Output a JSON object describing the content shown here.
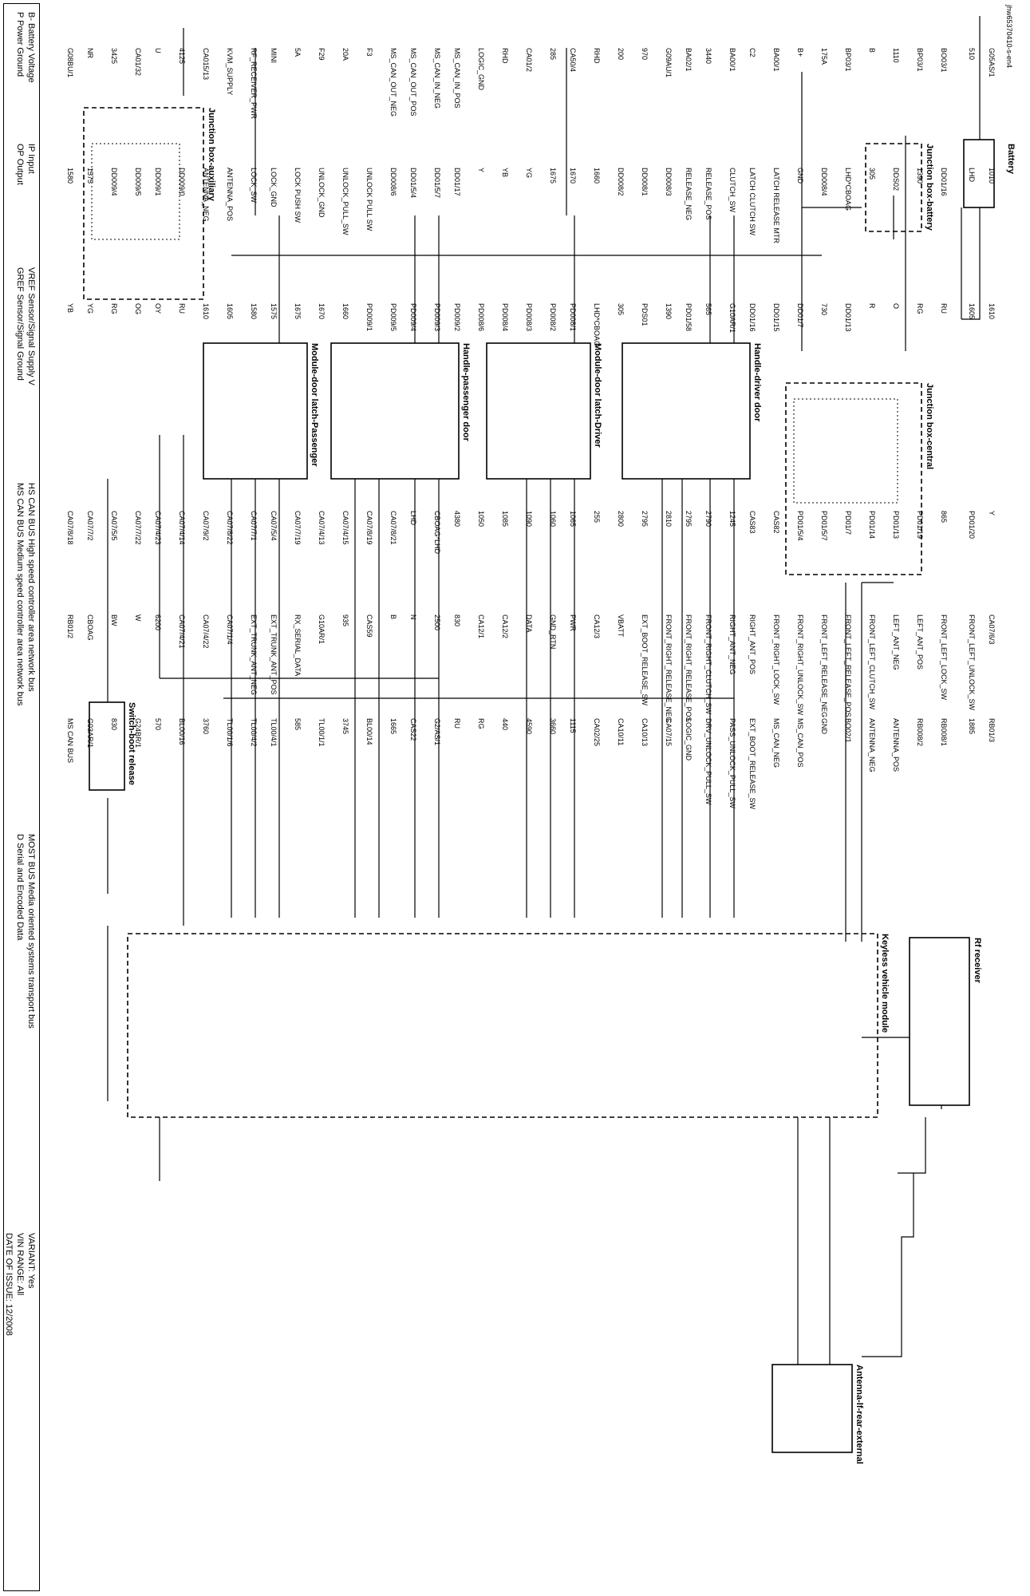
{
  "page_id": "jhw65370410-s-en4",
  "legend": {
    "bv": "B- Battery Voltage",
    "pg": "P Power Ground",
    "ip": "IP Input",
    "op": "OP Output",
    "vref": "VREF Sensor/Signal Supply V",
    "gref": "GREF Sensor/Signal Ground",
    "hs": "HS CAN BUS High speed controller area network bus",
    "ms": "MS CAN BUS Medium speed controller area network bus",
    "most": "MOST BUS Media oriented systems transport bus",
    "d": "D Serial and Encoded Data"
  },
  "variant": {
    "variant_label": "VARIANT:",
    "variant_value": "Yes",
    "vin_label": "VIN RANGE:",
    "vin_value": "All",
    "date_label": "DATE OF ISSUE:",
    "date_value": "12/2008"
  },
  "components": {
    "battery": "Battery",
    "jb_battery": "Junction box-battery",
    "jb_central": "Junction box-central",
    "jb_aux": "Junction box-auxiliary",
    "rf_receiver": "Rf receiver",
    "keyless": "Keyless vehicle module",
    "antenna": "Antenna-lf-rear-external",
    "handle_driver": "Handle-driver door",
    "handle_pass": "Handle-passenger door",
    "latch_driver": "Module-door latch-Driver",
    "latch_pass": "Module-door latch-Passenger",
    "switch_boot": "Switch-boot release"
  },
  "labels": [
    "G05AS/1",
    "510",
    "BO03/1",
    "BP03/1",
    "1110",
    "B",
    "BP03/1",
    "175A",
    "B+",
    "BA00/1",
    "C2",
    "BA00/1",
    "3440",
    "BA02/1",
    "G09AU/1",
    "970",
    "200",
    "RHD",
    "CA50/4",
    "285",
    "CA01/2",
    "RHD",
    "LOGIC_GND",
    "MS_CAN_IN_POS",
    "MS_CAN_IN_NEG",
    "MS_CAN_OUT_POS",
    "MS_CAN_OUT_NEG",
    "F3",
    "20A",
    "F29",
    "5A",
    "MINI",
    "RF_RECEIVER_PWR",
    "KVM_SUPPLY",
    "CA015/13",
    "4125",
    "U",
    "CA01/32",
    "3425",
    "NR",
    "G08BU/1",
    "1010",
    "LHD",
    "DD01/16",
    "1390",
    "DDS02",
    "305",
    "LHD*CBOAG",
    "DD008/4",
    "GND",
    "LATCH RELEASE MTR",
    "LATCH CLUTCH SW",
    "CLUTCH_SW",
    "RELEASE_POS",
    "RELEASE_NEG",
    "DD008/3",
    "DD008/1",
    "DD008/2",
    "1660",
    "1670",
    "1675",
    "YG",
    "YB",
    "Y",
    "DD01/17",
    "DD01/5/7",
    "DD01/5/4",
    "DD008/6",
    "UNLOCK PULL SW",
    "UNLOCK_PULL_SW",
    "UNLOCK_GND",
    "LOCK PUSH SW",
    "LOCK_GND",
    "LOCK_SW",
    "ANTENNA_POS",
    "ANTENNA_NEG",
    "DD009/0",
    "DD009/1",
    "DD009/5",
    "DD009/4",
    "1575",
    "1580",
    "1610",
    "1605",
    "RU",
    "RG",
    "O",
    "R",
    "DD01/13",
    "730",
    "DD01/7",
    "DD01/15",
    "DD01/16",
    "G10AR/1",
    "565",
    "PD01/58",
    "1390",
    "PDS01",
    "305",
    "LHD*CBOAG",
    "PD008/1",
    "PD008/2",
    "PD008/3",
    "PD008/4",
    "PD008/6",
    "PD009/2",
    "PD009/3",
    "PD009/4",
    "PD009/5",
    "PD009/1",
    "1660",
    "1670",
    "1675",
    "1575",
    "1580",
    "1605",
    "1610",
    "RU",
    "OY",
    "OG",
    "RG",
    "YG",
    "YB",
    "Y",
    "PD01/20",
    "865",
    "PD01/19",
    "PD01/13",
    "PD01/14",
    "PD01/7",
    "PD01/5/7",
    "PD01/5/4",
    "CAS82",
    "CAS83",
    "1245",
    "2790",
    "2795",
    "2810",
    "2795",
    "2800",
    "255",
    "1065",
    "1060",
    "1090",
    "1085",
    "1050",
    "4380",
    "CBOAG*LHD",
    "LHD",
    "CA07/8/21",
    "CA07/8/19",
    "CA07/4/15",
    "CA07/4/13",
    "CA07/7/19",
    "CA07/5/4",
    "CA07/7/1",
    "CA07/8/22",
    "CA07/9/2",
    "CA07/4/14",
    "CA07/4/23",
    "CA07/7/22",
    "CA07/5/5",
    "CA07/7/2",
    "CA07/8/18",
    "CA07/6/3",
    "FRONT_LEFT_UNLOCK_SW",
    "FRONT_LEFT_LOCK_SW",
    "LEFT_ANT_POS",
    "LEFT_ANT_NEG",
    "FRONT_LEFT_CLUTCH_SW",
    "FRONT_LEFT_RELEASE_POS",
    "FRONT_LEFT_RELEASE_NEG",
    "FRONT_RIGHT_UNLOCK_SW",
    "FRONT_RIGHT_LOCK_SW",
    "RIGHT_ANT_POS",
    "RIGHT_ANT_NEG",
    "FRONT_RIGHT_CLUTCH_SW",
    "FRONT_RIGHT_RELEASE_POS",
    "FRONT_RIGHT_RELEASE_NEG",
    "EXT_BOOT_RELEASE_SW",
    "VBATT",
    "CA12/3",
    "PWR",
    "GND_RTN",
    "DATA",
    "CA12/2",
    "CA12/1",
    "830",
    "2500",
    "N",
    "B",
    "CAS59",
    "935",
    "G10AR/1",
    "RX_SERIAL_DATA",
    "EXT_TRUNK_ANT_POS",
    "EXT_TRUNK_ANT_NEG",
    "CA07/1/4",
    "CA07/4/22",
    "CA07/4/21",
    "6200",
    "W",
    "BW",
    "CBOAG",
    "RB01/2",
    "RB01/3",
    "1885",
    "RB008/1",
    "RB008/2",
    "ANTENNA_POS",
    "ANTENNA_NEG",
    "BO02/1",
    "GND",
    "MS_CAN_POS",
    "MS_CAN_NEG",
    "EXT_BOOT_RELEASE_SW",
    "PASS_UNLOCK_PULL_SW",
    "DRV_UNLOCK_PULL_SW",
    "LOGIC_GND",
    "CA07/15",
    "CA10/13",
    "CA10/11",
    "CA02/25",
    "1115",
    "3660",
    "4590",
    "440",
    "RG",
    "RU",
    "G2/AS/1",
    "CAS22",
    "1665",
    "BL00/14",
    "3745",
    "TL00/1/1",
    "585",
    "TL00/4/1",
    "TL00/4/2",
    "TL00/1/6",
    "3760",
    "BL00/16",
    "570",
    "G24BR/1",
    "830",
    "G03AR/1",
    "MS CAN BUS"
  ]
}
